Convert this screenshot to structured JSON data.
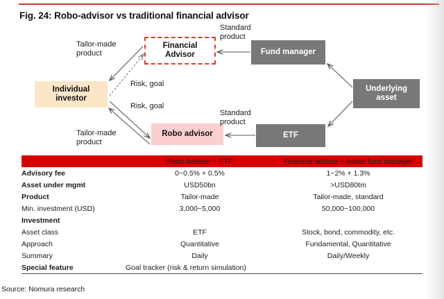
{
  "figure": {
    "title": "Fig. 24: Robo-advisor vs traditional financial advisor",
    "source": "Source: Nomura research",
    "accent_color": "#d4322c",
    "header_color": "#d90000"
  },
  "diagram": {
    "nodes": [
      {
        "id": "financial-advisor",
        "label": "Financial\nAdvisor",
        "style": "dashed-red-outline",
        "color": "#e8342c"
      },
      {
        "id": "individual-investor",
        "label": "Individual\ninvestor",
        "style": "filled",
        "color": "#fbe6c8"
      },
      {
        "id": "robo-advisor",
        "label": "Robo advisor",
        "style": "filled",
        "color": "#fbcfcf"
      },
      {
        "id": "fund-manager",
        "label": "Fund manager",
        "style": "filled",
        "color": "#787878"
      },
      {
        "id": "etf",
        "label": "ETF",
        "style": "filled",
        "color": "#787878"
      },
      {
        "id": "underlying-asset",
        "label": "Underlying\nasset",
        "style": "filled",
        "color": "#787878"
      }
    ],
    "edge_labels": {
      "tailor_made_top": "Tailor-made\nproduct",
      "tailor_made_bottom": "Tailor-made\nproduct",
      "risk_goal_top": "Risk, goal",
      "risk_goal_bottom": "Risk, goal",
      "standard_top": "Standard\nproduct",
      "standard_bottom": "Standard\nproduct"
    }
  },
  "table": {
    "columns": [
      "",
      "Robo Advisor + ETF",
      "Financial advisor + Active fund manager"
    ],
    "rows": [
      {
        "label": "Advisory fee",
        "bold": true,
        "indent": false,
        "a": "0~0.5% + 0.5%",
        "b": "1~2% + 1.3%"
      },
      {
        "label": "Asset under mgmt",
        "bold": true,
        "indent": false,
        "a": "USD50bn",
        "b": ">USD80tm"
      },
      {
        "label": "Product",
        "bold": true,
        "indent": false,
        "a": "Tailor-made",
        "b": "Tailor-made, standard"
      },
      {
        "label": "Min. investment (USD)",
        "bold": false,
        "indent": true,
        "a": "3,000~5,000",
        "b": "50,000~100,000"
      },
      {
        "label": "Investment",
        "bold": true,
        "indent": false,
        "a": "",
        "b": ""
      },
      {
        "label": "Asset class",
        "bold": false,
        "indent": true,
        "a": "ETF",
        "b": "Stock, bond, commodity, etc."
      },
      {
        "label": "Approach",
        "bold": false,
        "indent": true,
        "a": "Quantitative",
        "b": "Fundamental, Quantitative"
      },
      {
        "label": "Summary",
        "bold": false,
        "indent": true,
        "a": "Daily",
        "b": "Daily/Weekly"
      }
    ],
    "special_feature": {
      "label": "Special feature",
      "value": "Goal tracker (risk & return simulation)"
    }
  }
}
